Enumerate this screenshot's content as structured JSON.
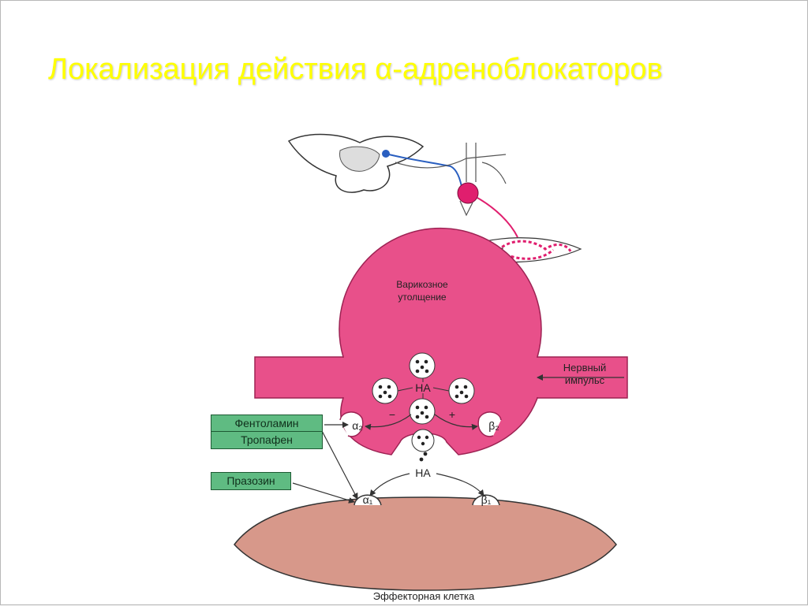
{
  "slide": {
    "title": "Локализация действия α-адреноблокаторов"
  },
  "diagram": {
    "varicosity_label_line1": "Варикозное",
    "varicosity_label_line2": "утолщение",
    "impulse_label_line1": "Нервный",
    "impulse_label_line2": "импульс",
    "transmitter_inside": "НА",
    "transmitter_cleft": "НА",
    "minus_sign": "−",
    "plus_sign": "+",
    "receptor_alpha2": "α₂",
    "receptor_beta2": "β₂",
    "receptor_alpha1": "α₁",
    "receptor_beta1": "β₁",
    "effector_label": "Эффекторная клетка",
    "drugs": {
      "phentolamine": "Фентоламин",
      "tropafen": "Тропафен",
      "prazosin": "Празозин"
    },
    "colors": {
      "title": "#ffff00",
      "varicosity": "#e8508a",
      "effector_cell": "#d7988a",
      "drug_box": "#5fbb82",
      "preganglionic_neuron": "#2a5fc0"
    }
  }
}
